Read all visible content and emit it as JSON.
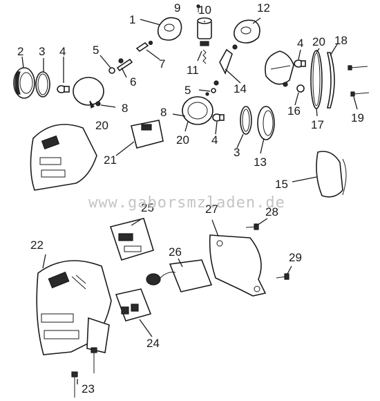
{
  "watermark": "www.gaborsmzladen.de",
  "callouts": [
    "1",
    "2",
    "3",
    "4",
    "5",
    "6",
    "7",
    "8",
    "9",
    "10",
    "11",
    "12",
    "13",
    "14",
    "15",
    "16",
    "17",
    "18",
    "19",
    "20",
    "21",
    "22",
    "23",
    "24",
    "25",
    "26",
    "27",
    "28",
    "29"
  ],
  "colors": {
    "ink": "#1a1a1a",
    "paper": "#ffffff",
    "watermark": "#c4c4c4"
  }
}
